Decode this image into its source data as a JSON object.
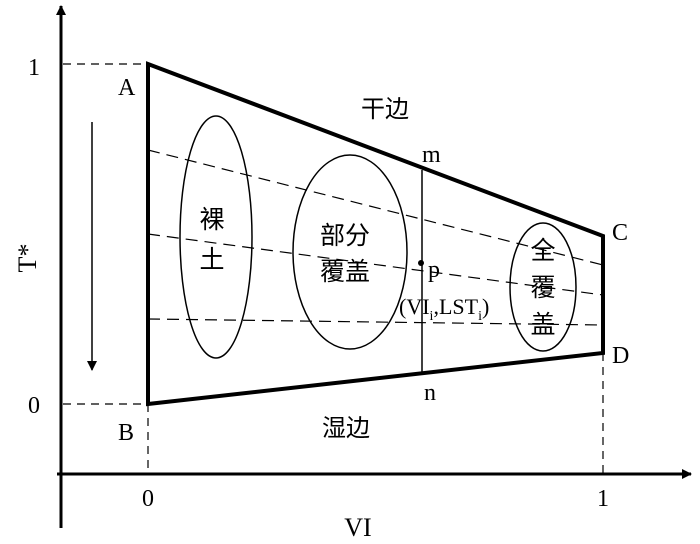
{
  "axes": {
    "x_label": "VI",
    "y_label": "T*",
    "x_tick_0": "0",
    "x_tick_1": "1",
    "y_tick_0": "0",
    "y_tick_1": "1"
  },
  "points": {
    "A": "A",
    "B": "B",
    "C": "C",
    "D": "D",
    "m": "m",
    "n": "n",
    "p": "p"
  },
  "p_coord": {
    "open": "(VI",
    "sub1": "i",
    "mid": ",LST",
    "sub2": "i",
    "close": ")"
  },
  "edges": {
    "dry": "干边",
    "wet": "湿边"
  },
  "regions": {
    "bare_soil": [
      "裸",
      "土"
    ],
    "partial_cover": [
      "部分",
      "覆盖"
    ],
    "full_cover": [
      "全",
      "覆",
      "盖"
    ]
  },
  "colors": {
    "line": "#000000",
    "background": "#ffffff"
  }
}
